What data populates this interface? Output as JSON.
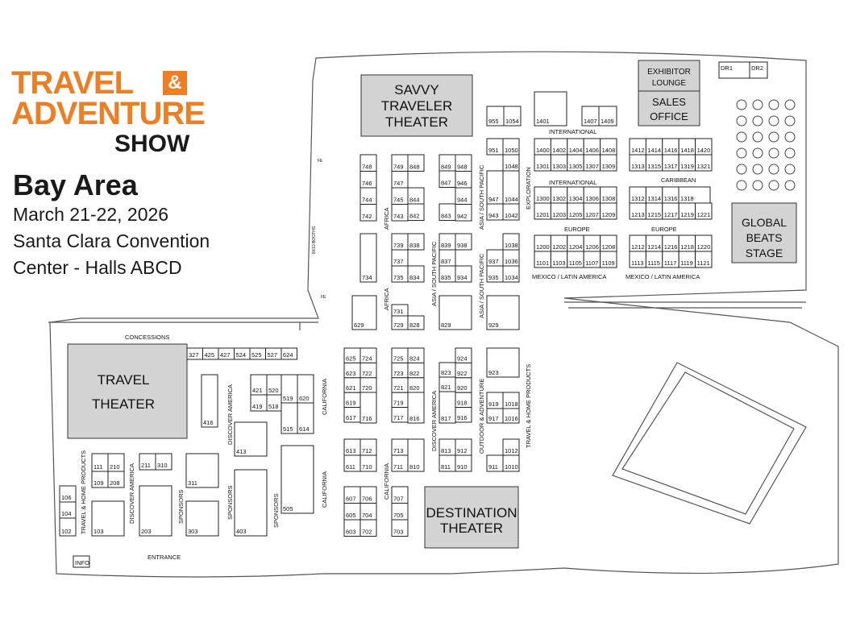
{
  "brand": {
    "line1": "TRAVEL",
    "ampersand": "&",
    "line2": "ADVENTURE",
    "line3": "SHOW"
  },
  "event": {
    "title": "Bay Area",
    "dates": "March 21-22, 2026",
    "venue_line1": "Santa Clara Convention",
    "venue_line2": "Center - Halls ABCD"
  },
  "theaters": {
    "savvy": [
      "SAVVY",
      "TRAVELER",
      "THEATER"
    ],
    "travel": [
      "TRAVEL",
      "THEATER"
    ],
    "destination": [
      "DESTINATION",
      "THEATER"
    ],
    "global": [
      "GLOBAL",
      "BEATS",
      "STAGE"
    ],
    "exhibitor_lounge": [
      "EXHIBITOR",
      "LOUNGE"
    ],
    "sales_office": [
      "SALES",
      "OFFICE"
    ]
  },
  "labels": {
    "concessions": "CONCESSIONS",
    "entrance": "ENTRANCE",
    "info": "INFO",
    "dr1": "DR1",
    "dr2": "DR2",
    "international": "INTERNATIONAL",
    "caribbean": "CARIBBEAN",
    "europe": "EUROPE",
    "mexico": "MEXICO / LATIN AMERICA",
    "africa": "AFRICA",
    "asia": "ASIA / SOUTH PACIFIC",
    "exploration": "EXPLORATION",
    "california": "CALIFORNIA",
    "discover_america": "DISCOVER AMERICA",
    "outdoor": "OUTDOOR & ADVENTURE",
    "travel_home": "TRAVEL & HOME PRODUCTS",
    "sponsors": "SPONSORS",
    "fe": "FE",
    "booths_note": "8X10 BOOTHS"
  },
  "booths": {
    "top_single": [
      "1401",
      "1407",
      "1409",
      "955",
      "1054"
    ],
    "intl_row1": [
      "1400",
      "1402",
      "1404",
      "1406",
      "1408"
    ],
    "intl_row2": [
      "1301",
      "1303",
      "1305",
      "1307",
      "1309"
    ],
    "intl_row3": [
      "1300",
      "1302",
      "1304",
      "1306",
      "1308"
    ],
    "intl_row4": [
      "1201",
      "1203",
      "1205",
      "1207",
      "1209"
    ],
    "eu_row1": [
      "1200",
      "1202",
      "1204",
      "1206",
      "1208"
    ],
    "eu_row2": [
      "1101",
      "1103",
      "1105",
      "1107",
      "1109"
    ],
    "car_row1": [
      "1412",
      "1414",
      "1416",
      "1418",
      "1420"
    ],
    "car_row2": [
      "1313",
      "1315",
      "1317",
      "1319",
      "1321"
    ],
    "car_row3": [
      "1312",
      "1314",
      "1316",
      "1318"
    ],
    "car_row4": [
      "1213",
      "1215",
      "1217",
      "1219",
      "1221"
    ],
    "eu2_row1": [
      "1212",
      "1214",
      "1216",
      "1218",
      "1220"
    ],
    "eu2_row2": [
      "1113",
      "1115",
      "1117",
      "1119",
      "1121"
    ],
    "col_748": [
      "748",
      "746",
      "744",
      "742"
    ],
    "col_749": [
      "749",
      "747",
      "745",
      "743"
    ],
    "col_848": [
      "848",
      "844",
      "842"
    ],
    "col_849": [
      "849",
      "847",
      "843"
    ],
    "col_948": [
      "948",
      "946",
      "944",
      "942"
    ],
    "col_951": [
      "951",
      "947",
      "943"
    ],
    "col_1050": [
      "1050",
      "1048",
      "1044",
      "1042"
    ],
    "mid_a": [
      "734",
      "739",
      "737",
      "735",
      "838",
      "834"
    ],
    "mid_b": [
      "839",
      "837",
      "835",
      "938",
      "934"
    ],
    "mid_c": [
      "937",
      "935",
      "1038",
      "1036",
      "1034"
    ],
    "row_629": [
      "629",
      "731",
      "729",
      "828",
      "829",
      "929"
    ],
    "lower_a": [
      "625",
      "623",
      "621",
      "619",
      "617",
      "724",
      "722",
      "720",
      "716"
    ],
    "lower_b": [
      "725",
      "723",
      "721",
      "719",
      "717",
      "824",
      "822",
      "820",
      "816"
    ],
    "lower_c": [
      "823",
      "821",
      "817",
      "924",
      "922",
      "920",
      "918",
      "916"
    ],
    "lower_d": [
      "923",
      "919",
      "917",
      "1018",
      "1016"
    ],
    "lower_e": [
      "613",
      "611",
      "712",
      "710",
      "713",
      "711",
      "810",
      "813",
      "811",
      "912",
      "910",
      "911",
      "1012",
      "1010"
    ],
    "lower_f": [
      "607",
      "605",
      "603",
      "706",
      "704",
      "702",
      "707",
      "705",
      "703"
    ],
    "row_327": [
      "327",
      "425",
      "427",
      "524",
      "525",
      "527",
      "624"
    ],
    "left_blocks": [
      "416",
      "421",
      "520",
      "419",
      "518",
      "519",
      "620",
      "515",
      "614",
      "413",
      "505",
      "403",
      "311",
      "303",
      "111",
      "210",
      "109",
      "208",
      "211",
      "310",
      "106",
      "104",
      "102",
      "103",
      "203"
    ]
  },
  "colors": {
    "brand_orange": "#ef7d22",
    "theater_gray": "#d3d3d3",
    "text": "#1a1a1a"
  }
}
